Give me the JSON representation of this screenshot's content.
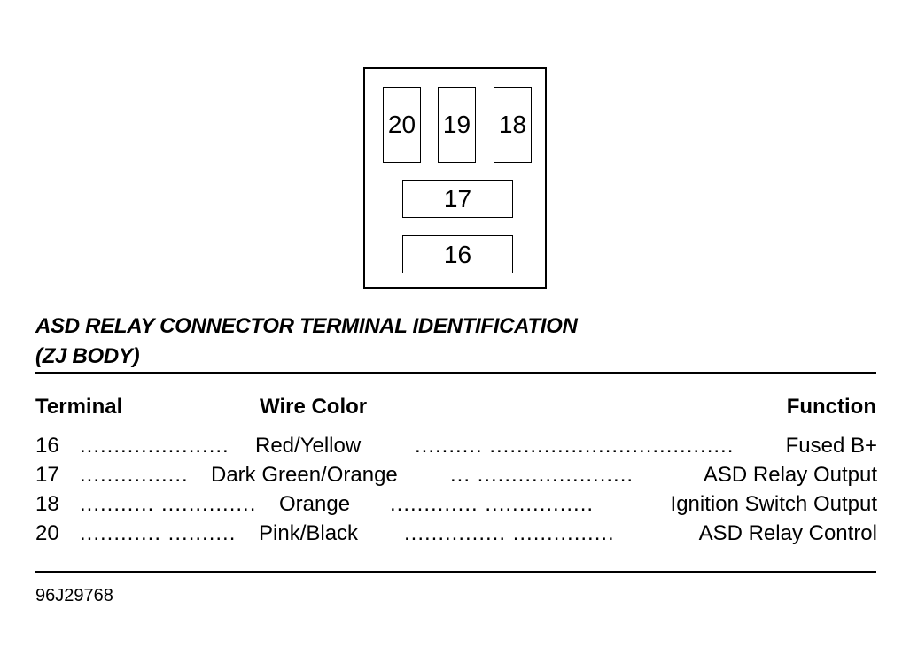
{
  "connector": {
    "pins": [
      "20",
      "19",
      "18",
      "17",
      "16"
    ]
  },
  "title_line1": "ASD RELAY CONNECTOR TERMINAL IDENTIFICATION",
  "title_line2": "(ZJ BODY)",
  "table": {
    "headers": {
      "terminal": "Terminal",
      "wire_color": "Wire Color",
      "function": "Function"
    },
    "rows": [
      {
        "terminal": "16",
        "dots1": "......................",
        "wire_color": "Red/Yellow",
        "dots2": ".......... ....................................",
        "function": "Fused B+"
      },
      {
        "terminal": "17",
        "dots1": "................",
        "wire_color": "Dark Green/Orange",
        "dots2": "... .......................",
        "function": "ASD Relay Output"
      },
      {
        "terminal": "18",
        "dots1": "........... ..............",
        "wire_color": "Orange",
        "dots2": "............. ................",
        "function": "Ignition Switch Output"
      },
      {
        "terminal": "20",
        "dots1": "............ ..........",
        "wire_color": "Pink/Black",
        "dots2": "............... ...............",
        "function": "ASD Relay Control"
      }
    ]
  },
  "figure_id": "96J29768"
}
